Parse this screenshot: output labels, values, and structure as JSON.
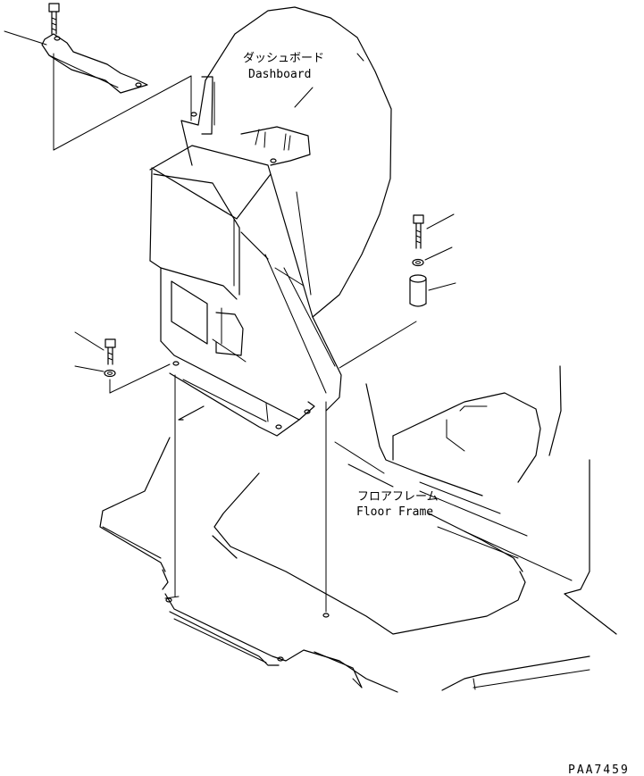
{
  "labels": {
    "dashboard_jp": "ダッシュボード",
    "dashboard_en": "Dashboard",
    "floor_frame_jp": "フロアフレーム",
    "floor_frame_en": "Floor Frame",
    "figure_code": "PAA7459"
  }
}
